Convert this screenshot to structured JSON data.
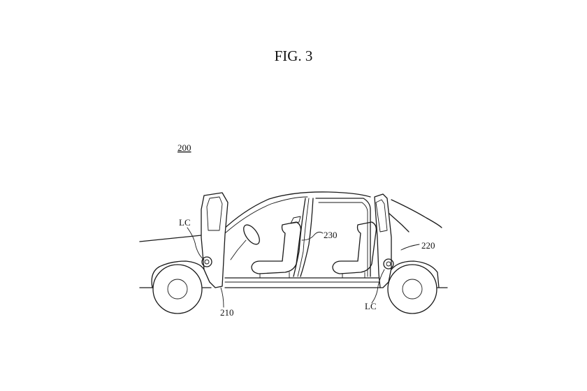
{
  "figure": {
    "title": "FIG. 3",
    "labels": {
      "vehicle": "200",
      "front_door": "210",
      "rear_door": "220",
      "seats": "230",
      "latch_front": "LC",
      "latch_rear": "LC"
    }
  }
}
